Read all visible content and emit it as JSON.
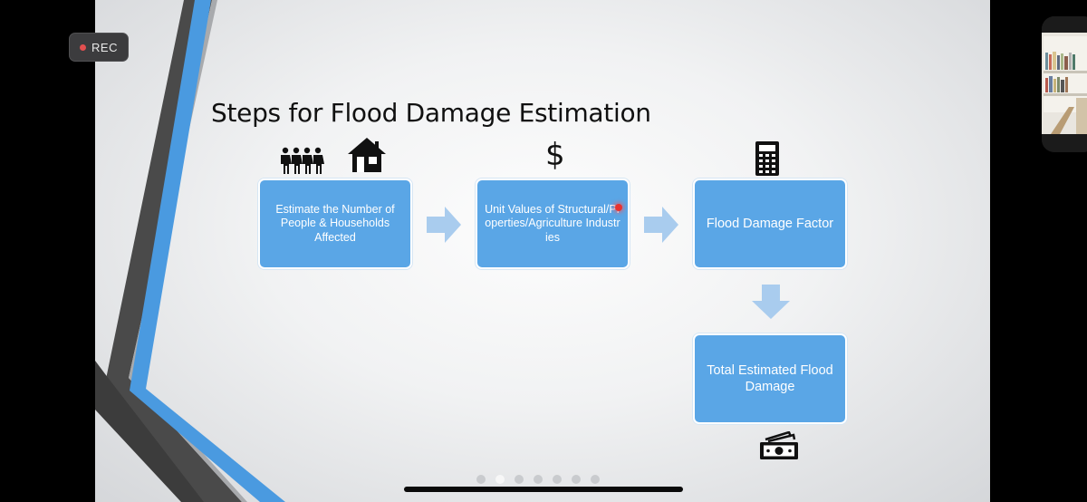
{
  "recording": {
    "label": "REC"
  },
  "slide": {
    "title": "Steps for Flood Damage Estimation",
    "steps": [
      {
        "label": "Estimate the Number of People & Households Affected",
        "icons": [
          "people-icon",
          "house-icon"
        ]
      },
      {
        "label": "Unit Values of Structural/Properties/Agriculture Industries",
        "icon_text": "$"
      },
      {
        "label": "Flood Damage Factor",
        "icons": [
          "calculator-icon"
        ]
      },
      {
        "label": "Total Estimated Flood Damage",
        "icons": [
          "money-icon"
        ]
      }
    ]
  },
  "pagination": {
    "count": 7,
    "active_index": 1
  },
  "colors": {
    "box_fill": "#5aa6e6",
    "box_border": "#ffffff",
    "arrow": "#a9ccee",
    "stripe_blue": "#4a9ae0",
    "stripe_dark": "#4a4a4a",
    "stripe_gray": "#a6a8ab",
    "rec_dot": "#e24f4f"
  }
}
